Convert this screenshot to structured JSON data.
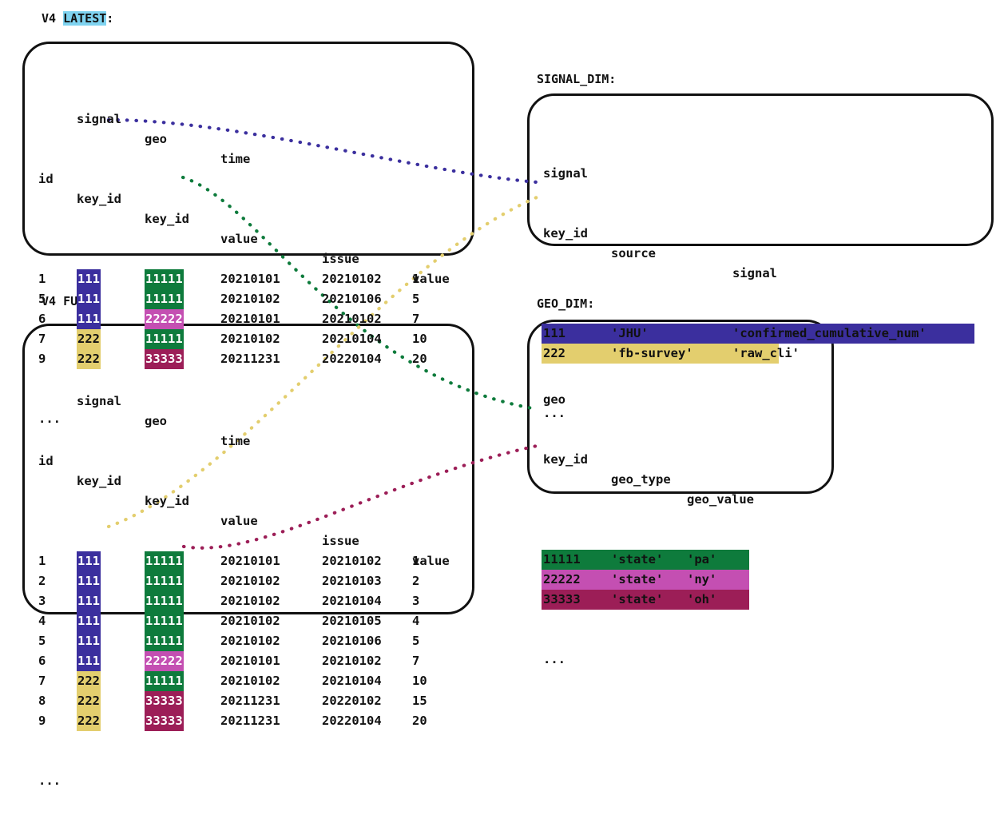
{
  "colors": {
    "purple": "#3B2F9E",
    "gold": "#E3CE6E",
    "green": "#0E7B3C",
    "orchid": "#C44FB2",
    "maroon": "#9C1E57",
    "highlight_cyan": "#7FD3F0",
    "ink": "#111111"
  },
  "captions": {
    "latest_prefix": "V4 ",
    "latest_highlight": "LATEST",
    "latest_suffix": ":",
    "full": "V4 FULL:",
    "signal_dim": "SIGNAL_DIM:",
    "geo_dim": "GEO_DIM:"
  },
  "fact_headers": {
    "line1": [
      "",
      "signal",
      "geo",
      "time",
      "",
      ""
    ],
    "line2": [
      "id",
      "key_id",
      "key_id",
      "value",
      "issue",
      "value"
    ]
  },
  "latest_table": {
    "ellipsis": "...",
    "rows": [
      {
        "id": "1",
        "signal_key_id": "111",
        "signal_color": "purple",
        "geo_key_id": "11111",
        "geo_color": "green",
        "time_value": "20210101",
        "issue": "20210102",
        "value": "1"
      },
      {
        "id": "5",
        "signal_key_id": "111",
        "signal_color": "purple",
        "geo_key_id": "11111",
        "geo_color": "green",
        "time_value": "20210102",
        "issue": "20210106",
        "value": "5"
      },
      {
        "id": "6",
        "signal_key_id": "111",
        "signal_color": "purple",
        "geo_key_id": "22222",
        "geo_color": "orchid",
        "time_value": "20210101",
        "issue": "20210102",
        "value": "7"
      },
      {
        "id": "7",
        "signal_key_id": "222",
        "signal_color": "gold",
        "geo_key_id": "11111",
        "geo_color": "green",
        "time_value": "20210102",
        "issue": "20210104",
        "value": "10"
      },
      {
        "id": "9",
        "signal_key_id": "222",
        "signal_color": "gold",
        "geo_key_id": "33333",
        "geo_color": "maroon",
        "time_value": "20211231",
        "issue": "20220104",
        "value": "20"
      }
    ]
  },
  "full_table": {
    "ellipsis": "...",
    "rows": [
      {
        "id": "1",
        "signal_key_id": "111",
        "signal_color": "purple",
        "geo_key_id": "11111",
        "geo_color": "green",
        "time_value": "20210101",
        "issue": "20210102",
        "value": "1"
      },
      {
        "id": "2",
        "signal_key_id": "111",
        "signal_color": "purple",
        "geo_key_id": "11111",
        "geo_color": "green",
        "time_value": "20210102",
        "issue": "20210103",
        "value": "2"
      },
      {
        "id": "3",
        "signal_key_id": "111",
        "signal_color": "purple",
        "geo_key_id": "11111",
        "geo_color": "green",
        "time_value": "20210102",
        "issue": "20210104",
        "value": "3"
      },
      {
        "id": "4",
        "signal_key_id": "111",
        "signal_color": "purple",
        "geo_key_id": "11111",
        "geo_color": "green",
        "time_value": "20210102",
        "issue": "20210105",
        "value": "4"
      },
      {
        "id": "5",
        "signal_key_id": "111",
        "signal_color": "purple",
        "geo_key_id": "11111",
        "geo_color": "green",
        "time_value": "20210102",
        "issue": "20210106",
        "value": "5"
      },
      {
        "id": "6",
        "signal_key_id": "111",
        "signal_color": "purple",
        "geo_key_id": "22222",
        "geo_color": "orchid",
        "time_value": "20210101",
        "issue": "20210102",
        "value": "7"
      },
      {
        "id": "7",
        "signal_key_id": "222",
        "signal_color": "gold",
        "geo_key_id": "11111",
        "geo_color": "green",
        "time_value": "20210102",
        "issue": "20210104",
        "value": "10"
      },
      {
        "id": "8",
        "signal_key_id": "222",
        "signal_color": "gold",
        "geo_key_id": "33333",
        "geo_color": "maroon",
        "time_value": "20211231",
        "issue": "20220102",
        "value": "15"
      },
      {
        "id": "9",
        "signal_key_id": "222",
        "signal_color": "gold",
        "geo_key_id": "33333",
        "geo_color": "maroon",
        "time_value": "20211231",
        "issue": "20220104",
        "value": "20"
      }
    ]
  },
  "signal_dim": {
    "header_line1": "signal",
    "header_line2": [
      "key_id",
      "source",
      "signal"
    ],
    "ellipsis": "...",
    "rows": [
      {
        "key_id": "111",
        "source": "'JHU'",
        "signal": "'confirmed_cumulative_num'",
        "color": "purple"
      },
      {
        "key_id": "222",
        "source": "'fb-survey'",
        "signal": "'raw_cli'",
        "color": "gold"
      }
    ]
  },
  "geo_dim": {
    "header_line1": "geo",
    "header_line2": [
      "key_id",
      "geo_type",
      "geo_value"
    ],
    "ellipsis": "...",
    "rows": [
      {
        "key_id": "11111",
        "geo_type": "'state'",
        "geo_value": "'pa'",
        "color": "green"
      },
      {
        "key_id": "22222",
        "geo_type": "'state'",
        "geo_value": "'ny'",
        "color": "orchid"
      },
      {
        "key_id": "33333",
        "geo_type": "'state'",
        "geo_value": "'oh'",
        "color": "maroon"
      }
    ]
  },
  "connectors": [
    {
      "name": "latest-signal-111-to-signal-dim",
      "color": "#3B2F9E"
    },
    {
      "name": "latest-geo-11111-to-geo-dim",
      "color": "#0E7B3C"
    },
    {
      "name": "full-signal-222-to-signal-dim",
      "color": "#E3CE6E"
    },
    {
      "name": "full-geo-33333-to-geo-dim",
      "color": "#9C1E57"
    }
  ]
}
